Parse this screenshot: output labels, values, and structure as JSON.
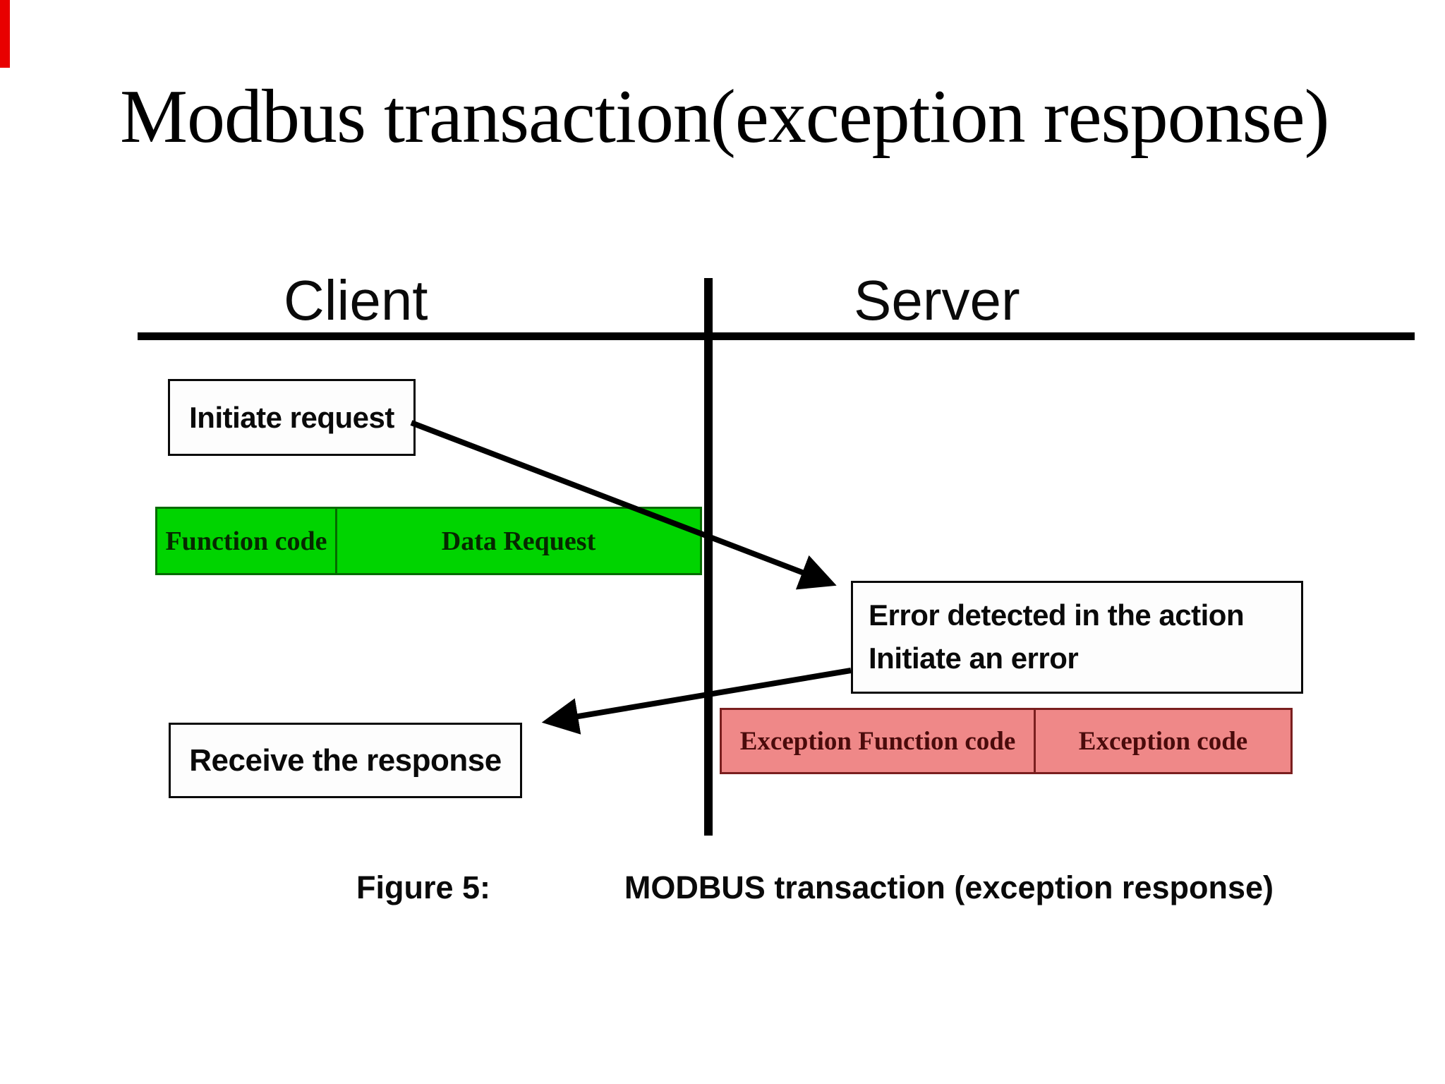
{
  "slide": {
    "title": "Modbus transaction(exception response)"
  },
  "diagram": {
    "client_label": "Client",
    "server_label": "Server",
    "initiate_box_label": "Initiate request",
    "request_frame": {
      "function_code_label": "Function code",
      "data_request_label": "Data Request"
    },
    "error_box": {
      "line1": "Error detected in the action",
      "line2": "Initiate an error"
    },
    "receive_box_label": "Receive the response",
    "exception_frame": {
      "exception_function_code_label": "Exception Function code",
      "exception_code_label": "Exception code"
    },
    "colors": {
      "request_frame_fill": "#00d400",
      "exception_frame_fill": "#ef8888",
      "diagram_line": "#000000",
      "corner_mark": "#e80000",
      "request_text": "#062800",
      "exception_text": "#4a0b0b"
    }
  },
  "caption": {
    "figure_label": "Figure 5:",
    "figure_text": "MODBUS transaction (exception response)"
  }
}
